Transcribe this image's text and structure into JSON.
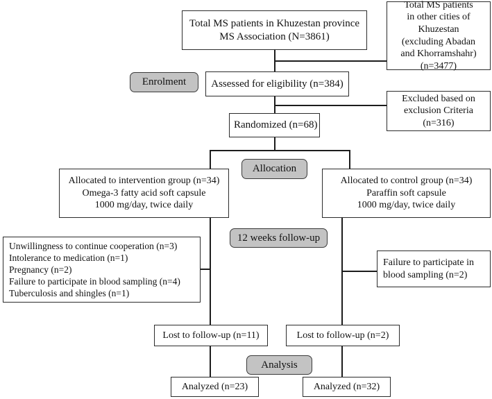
{
  "diagram": {
    "title": "CONSORT participant flow diagram",
    "colors": {
      "stage_fill": "#c3c3c3",
      "box_border": "#2b2b2b",
      "line": "#1c1c1c",
      "background": "#ffffff",
      "text": "#111111"
    }
  },
  "stages": [
    {
      "id": "enrolment",
      "label": "Enrolment"
    },
    {
      "id": "allocation",
      "label": "Allocation"
    },
    {
      "id": "followup",
      "label": "12 weeks follow-up"
    },
    {
      "id": "analysis",
      "label": "Analysis"
    }
  ],
  "boxes": {
    "total_ms": {
      "lines": [
        "Total MS patients in Khuzestan province",
        "MS Association (N=3861)"
      ]
    },
    "other_cities": {
      "lines": [
        "Total MS patients",
        "in other cities of",
        "Khuzestan",
        "(excluding Abadan",
        "and Khorramshahr)",
        "(n=3477)"
      ]
    },
    "assessed": {
      "lines": [
        "Assessed for eligibility (n=384)"
      ]
    },
    "excluded": {
      "lines": [
        "Excluded based on",
        "exclusion Criteria",
        "(n=316)"
      ]
    },
    "randomized": {
      "lines": [
        "Randomized (n=68)"
      ]
    },
    "intervention": {
      "lines": [
        "Allocated to intervention group (n=34)",
        "Omega-3 fatty acid soft capsule",
        "1000 mg/day, twice daily"
      ]
    },
    "control": {
      "lines": [
        "Allocated to control group (n=34)",
        "Paraffin soft capsule",
        "1000 mg/day, twice daily"
      ]
    },
    "intervention_losses": {
      "lines": [
        "Unwillingness to continue cooperation (n=3)",
        "Intolerance to medication (n=1)",
        "Pregnancy (n=2)",
        "Failure to participate in blood sampling (n=4)",
        "Tuberculosis and shingles (n=1)"
      ]
    },
    "control_losses": {
      "lines": [
        "Failure to participate in",
        "blood sampling (n=2)"
      ]
    },
    "lost_left": {
      "lines": [
        "Lost to follow-up (n=11)"
      ]
    },
    "lost_right": {
      "lines": [
        "Lost to follow-up (n=2)"
      ]
    },
    "analyzed_left": {
      "lines": [
        "Analyzed (n=23)"
      ]
    },
    "analyzed_right": {
      "lines": [
        "Analyzed (n=32)"
      ]
    }
  }
}
